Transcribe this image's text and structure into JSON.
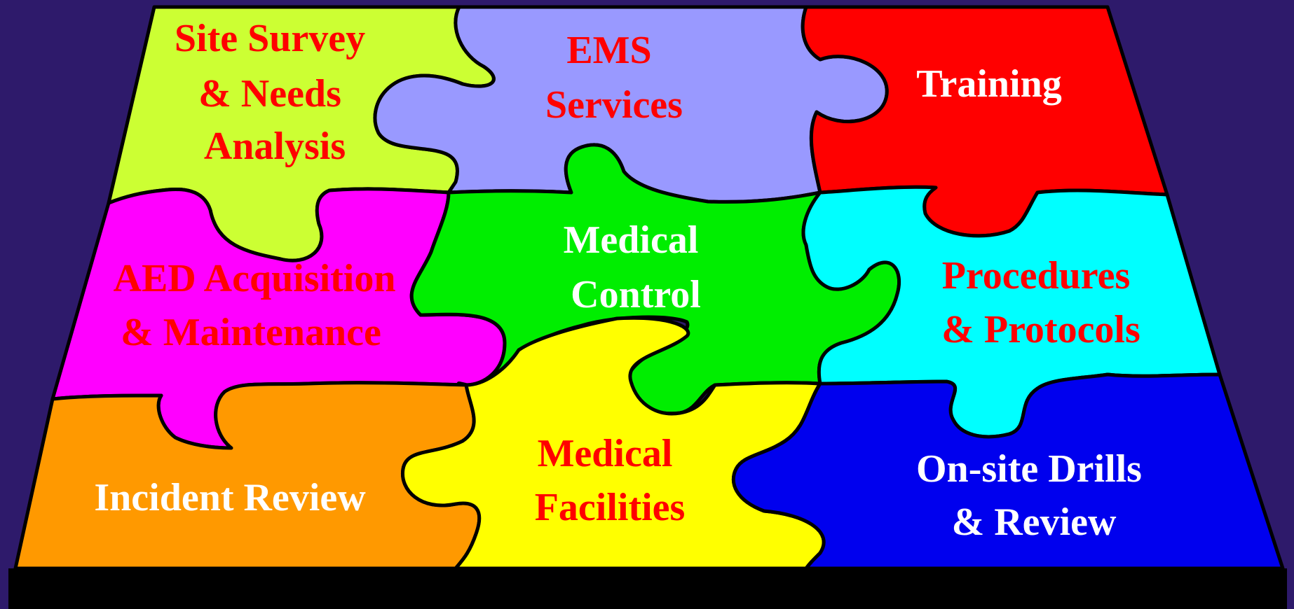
{
  "colors": {
    "background": "#2e1a6b",
    "base": "#000000",
    "outline": "#000000",
    "label_red": "#ff0000",
    "label_white": "#ffffff"
  },
  "pieces": [
    {
      "id": "site-survey",
      "fill": "#ccff33",
      "label_color": "#ff0000",
      "lines": [
        "Site Survey",
        "& Needs",
        "Analysis"
      ]
    },
    {
      "id": "ems-services",
      "fill": "#9999ff",
      "label_color": "#ff0000",
      "lines": [
        "EMS",
        "Services"
      ]
    },
    {
      "id": "training",
      "fill": "#ff0000",
      "label_color": "#ffffff",
      "lines": [
        "Training"
      ]
    },
    {
      "id": "aed-acquisition",
      "fill": "#ff00ff",
      "label_color": "#ff0000",
      "lines": [
        "AED Acquisition",
        "& Maintenance"
      ]
    },
    {
      "id": "medical-control",
      "fill": "#00ee00",
      "label_color": "#ffffff",
      "lines": [
        "Medical",
        "Control"
      ]
    },
    {
      "id": "procedures-protocols",
      "fill": "#00ffff",
      "label_color": "#ff0000",
      "lines": [
        "Procedures",
        "& Protocols"
      ]
    },
    {
      "id": "incident-review",
      "fill": "#ff9900",
      "label_color": "#ffffff",
      "lines": [
        "Incident Review"
      ]
    },
    {
      "id": "medical-facilities",
      "fill": "#ffff00",
      "label_color": "#ff0000",
      "lines": [
        "Medical",
        "Facilities"
      ]
    },
    {
      "id": "on-site-drills",
      "fill": "#0000ee",
      "label_color": "#ffffff",
      "lines": [
        "On-site Drills",
        "& Review"
      ]
    }
  ]
}
